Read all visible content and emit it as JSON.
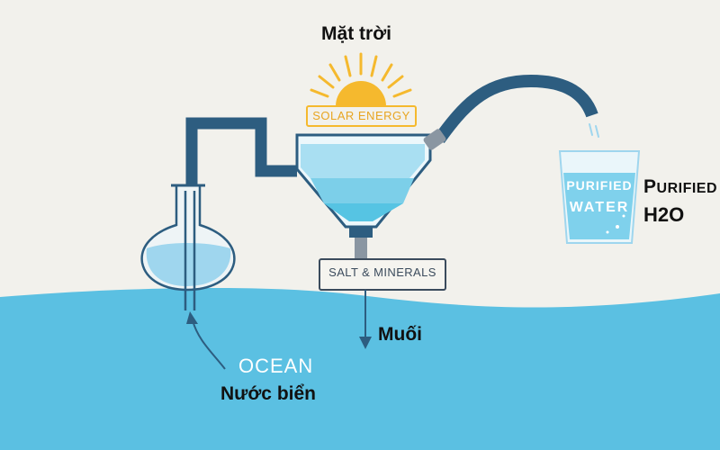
{
  "sun_label": "Mặt trời",
  "solar_energy": "SOLAR ENERGY",
  "salt_minerals": "SALT & MINERALS",
  "salt_label": "Muối",
  "ocean": "OCEAN",
  "seawater_label": "Nước biển",
  "glass_text_line1": "PURIFIED",
  "glass_text_line2": "WATER",
  "purified_label_line1_first": "P",
  "purified_label_line1_rest": "URIFIED",
  "purified_label_line2": "H2O",
  "colors": {
    "background": "#f2f1ec",
    "ocean": "#5bc0e2",
    "pipe": "#2d5d80",
    "sun": "#f5b92e",
    "water_light": "#a9dff2",
    "water_dark": "#56c4e3"
  }
}
